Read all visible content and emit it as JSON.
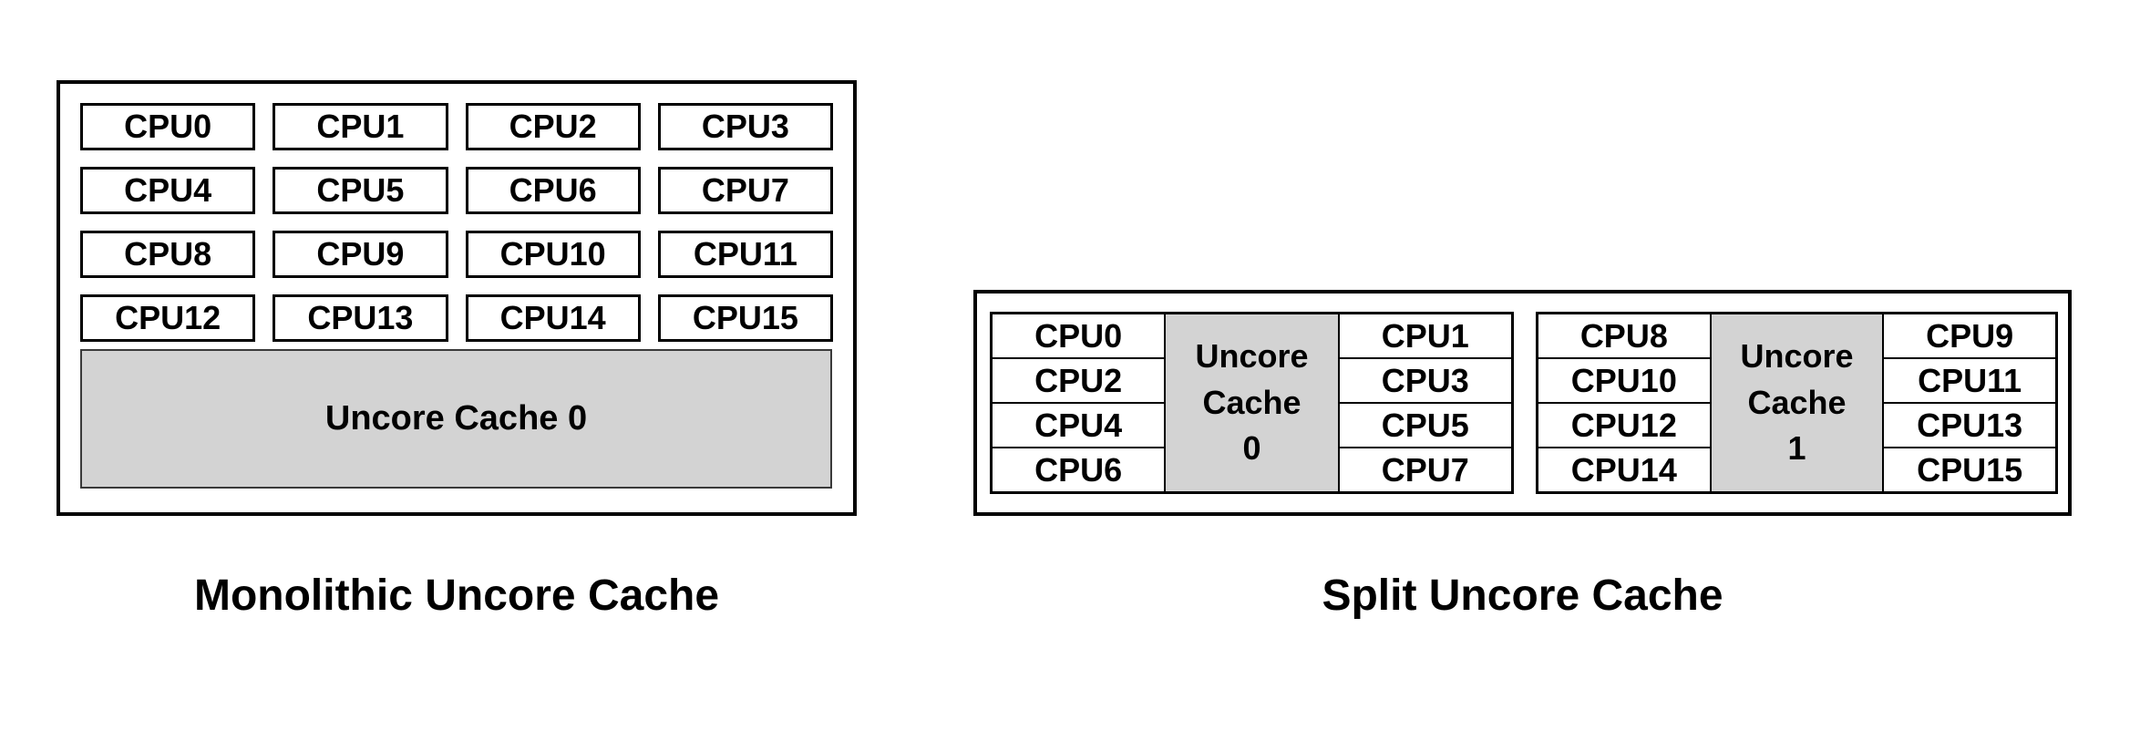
{
  "colors": {
    "background": "#ffffff",
    "border": "#000000",
    "cache_fill": "#d3d3d3",
    "text": "#000000"
  },
  "monolithic": {
    "caption": "Monolithic Uncore Cache",
    "cpus": [
      "CPU0",
      "CPU1",
      "CPU2",
      "CPU3",
      "CPU4",
      "CPU5",
      "CPU6",
      "CPU7",
      "CPU8",
      "CPU9",
      "CPU10",
      "CPU11",
      "CPU12",
      "CPU13",
      "CPU14",
      "CPU15"
    ],
    "cache_label": "Uncore Cache 0"
  },
  "split": {
    "caption": "Split Uncore Cache",
    "clusters": [
      {
        "left_cpus": [
          "CPU0",
          "CPU2",
          "CPU4",
          "CPU6"
        ],
        "cache_lines": [
          "Uncore",
          "Cache",
          "0"
        ],
        "right_cpus": [
          "CPU1",
          "CPU3",
          "CPU5",
          "CPU7"
        ]
      },
      {
        "left_cpus": [
          "CPU8",
          "CPU10",
          "CPU12",
          "CPU14"
        ],
        "cache_lines": [
          "Uncore",
          "Cache",
          "1"
        ],
        "right_cpus": [
          "CPU9",
          "CPU11",
          "CPU13",
          "CPU15"
        ]
      }
    ]
  }
}
